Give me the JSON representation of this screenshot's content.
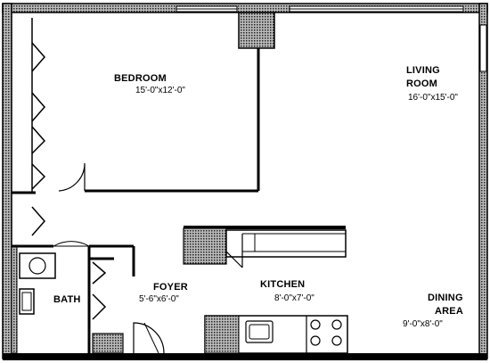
{
  "rooms": {
    "bedroom": {
      "name": "BEDROOM",
      "size": "15'-0\"x12'-0\""
    },
    "living": {
      "name_line1": "LIVING",
      "name_line2": "ROOM",
      "size": "16'-0\"x15'-0\""
    },
    "foyer": {
      "name": "FOYER",
      "size": "5'-6\"x6'-0\""
    },
    "kitchen": {
      "name": "KITCHEN",
      "size": "8'-0\"x7'-0\""
    },
    "dining": {
      "name_line1": "DINING",
      "name_line2": "AREA",
      "size": "9'-0\"x8'-0\""
    },
    "bath": {
      "name": "BATH"
    }
  },
  "colors": {
    "wall": "#000000",
    "hatch": "#555555",
    "background": "#ffffff"
  }
}
